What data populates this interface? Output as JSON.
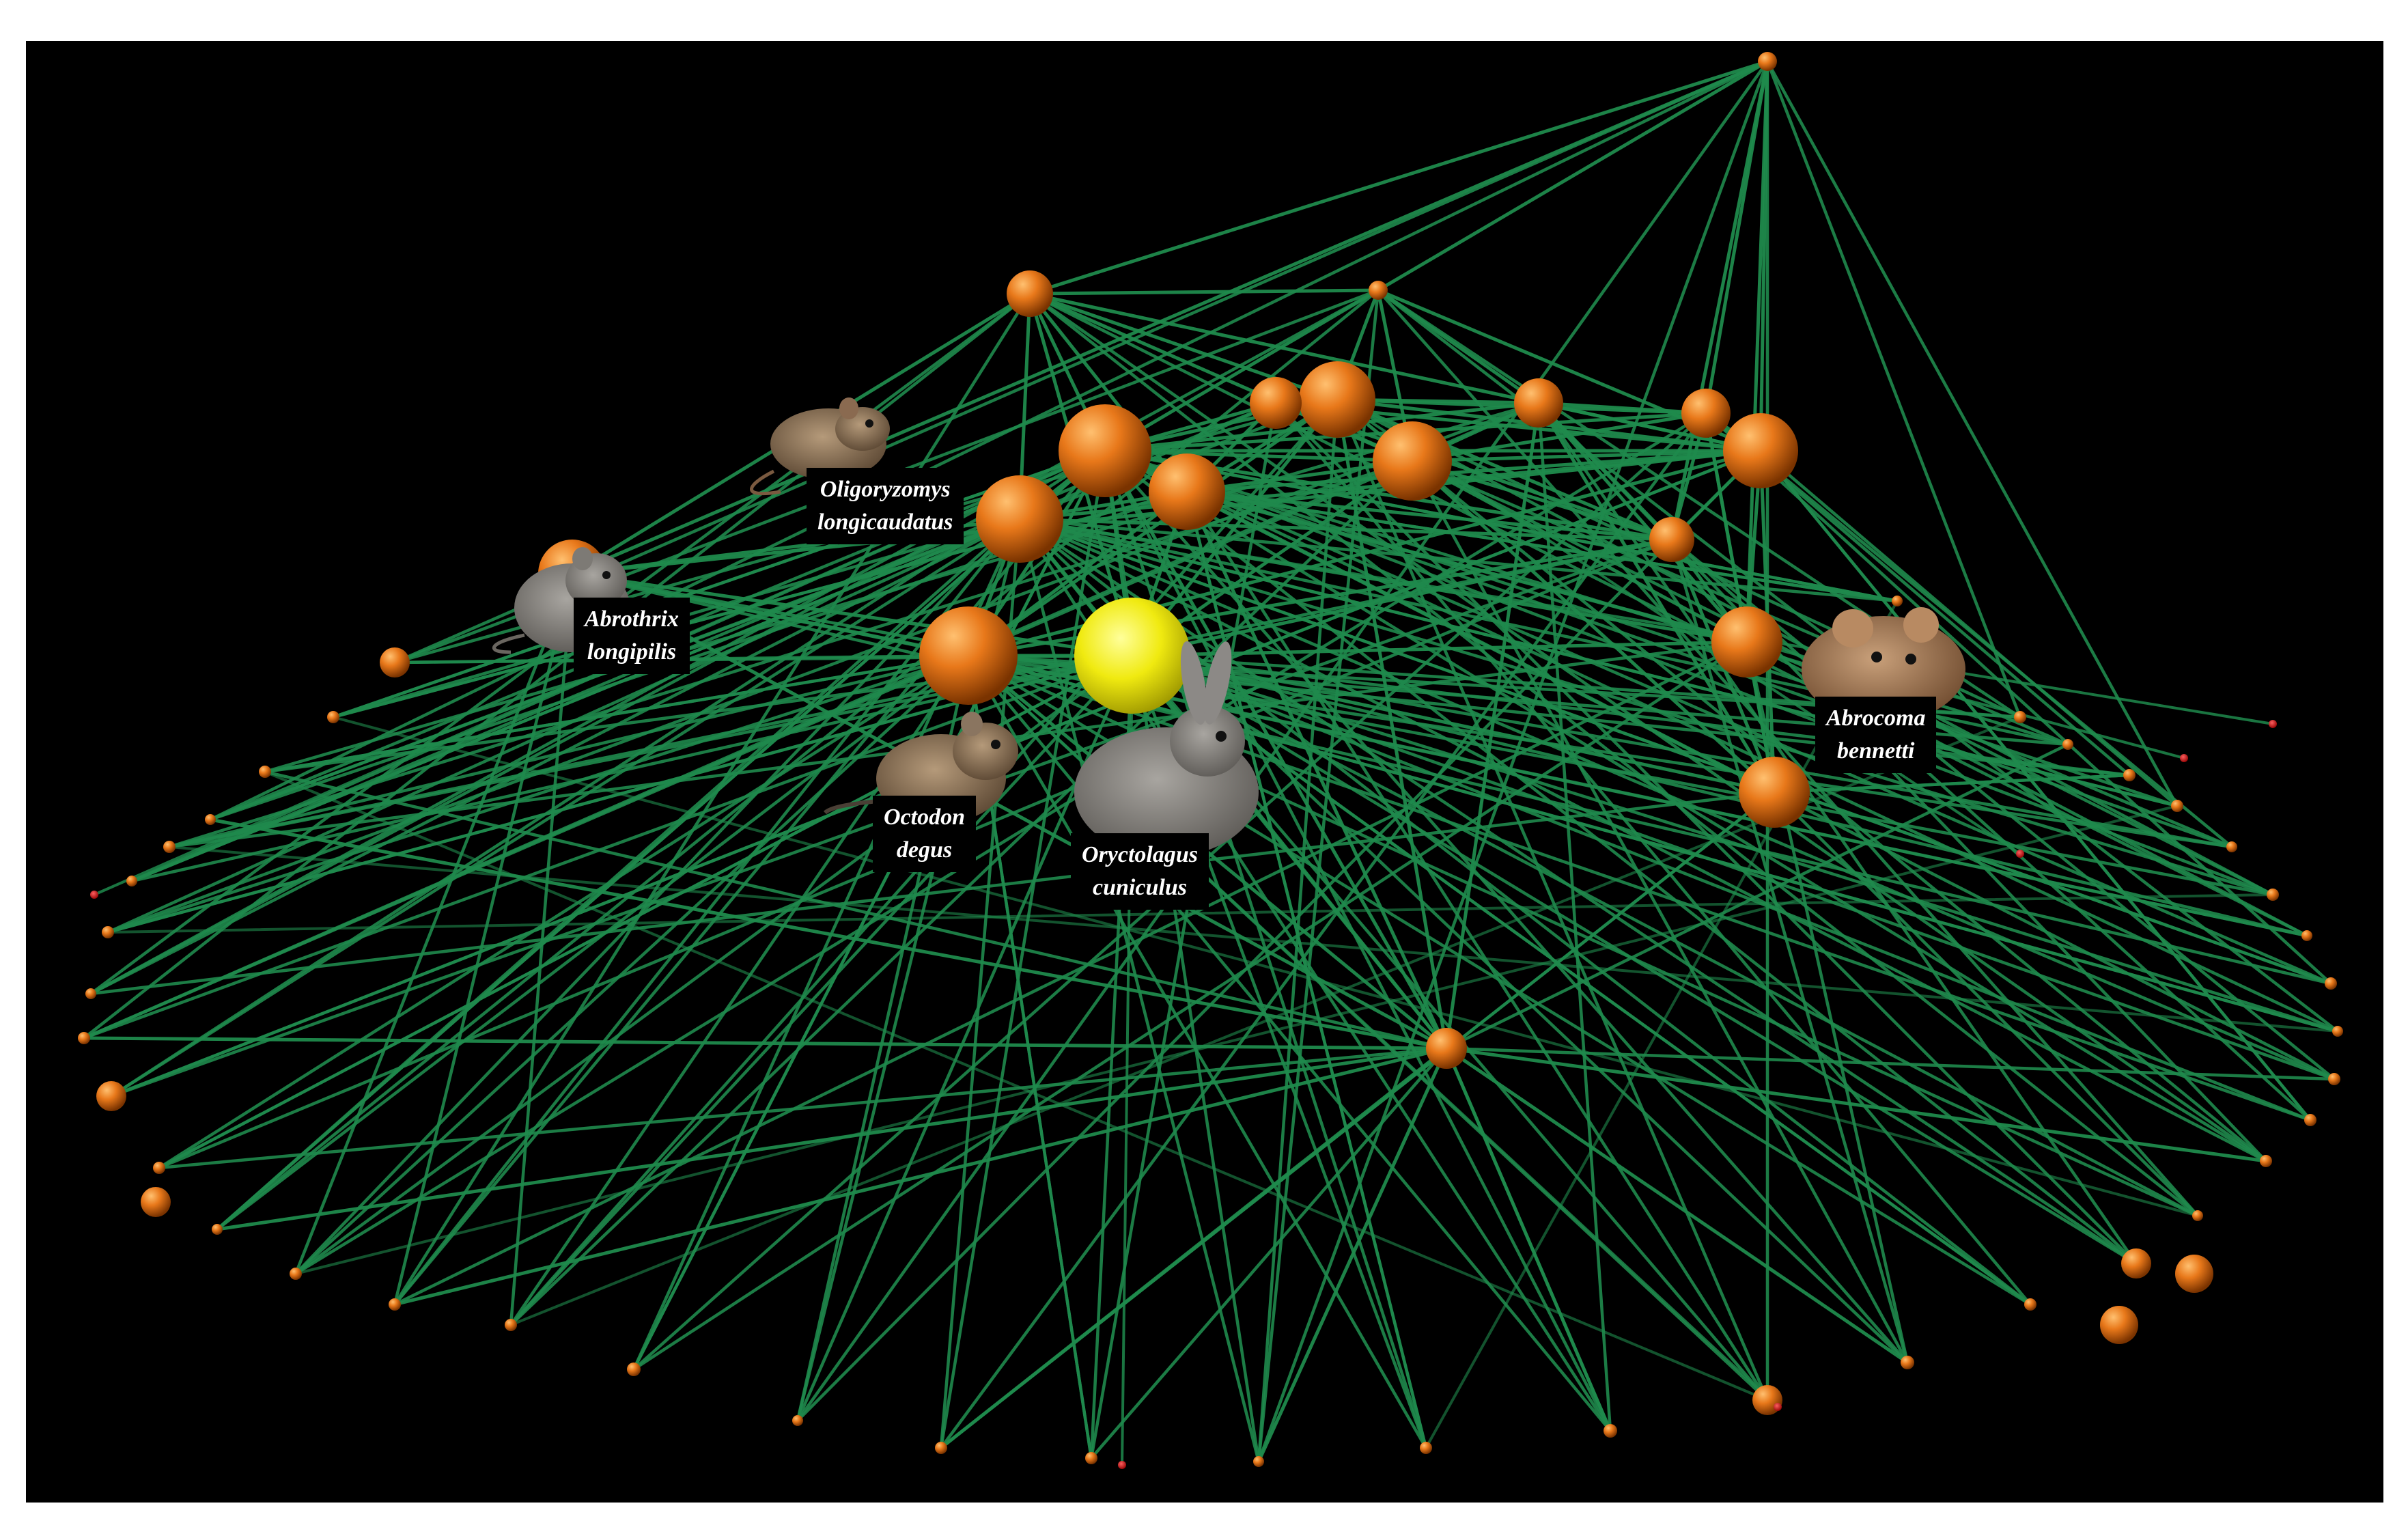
{
  "colors": {
    "background": "#000000",
    "edge": "#1f8a4c",
    "node": "#e07010",
    "node_highlight": "#ffb060",
    "hub": "#f2ee1a",
    "label_text": "#ffffff"
  },
  "species_labels": [
    {
      "line1": "Oligoryzomys",
      "line2": "longicaudatus",
      "icon": "rodent-photo"
    },
    {
      "line1": "Abrothrix",
      "line2": "longipilis",
      "icon": "rodent-photo"
    },
    {
      "line1": "Octodon",
      "line2": "degus",
      "icon": "degu-photo"
    },
    {
      "line1": "Oryctolagus",
      "line2": "cuniculus",
      "icon": "rabbit-photo"
    },
    {
      "line1": "Abrocoma",
      "line2": "bennetti",
      "icon": "chinchilla-rat-photo"
    }
  ]
}
